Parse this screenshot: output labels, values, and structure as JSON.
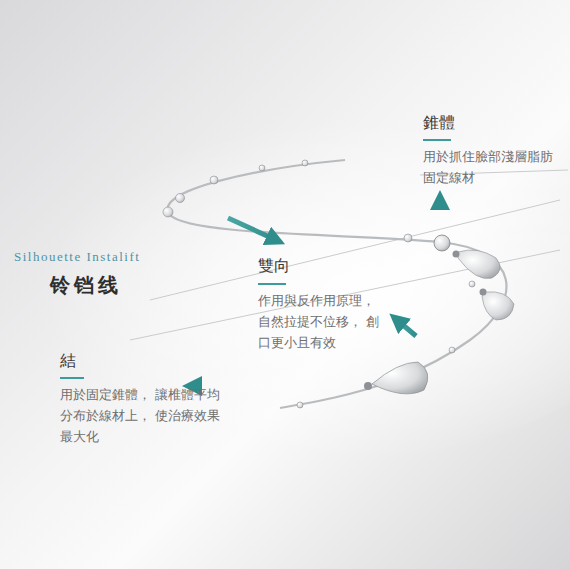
{
  "diagram": {
    "labels": [
      "Silhouette Instalift",
      "铃铛线",
      "錐體",
      "用於抓住臉部淺層脂肪 固定線材",
      "雙向",
      "作用與反作用原理， 自然拉提不位移， 創口更小且有效",
      "結",
      "用於固定錐體， 讓椎體平均分布於線材上， 使治療效果最大化"
    ]
  }
}
